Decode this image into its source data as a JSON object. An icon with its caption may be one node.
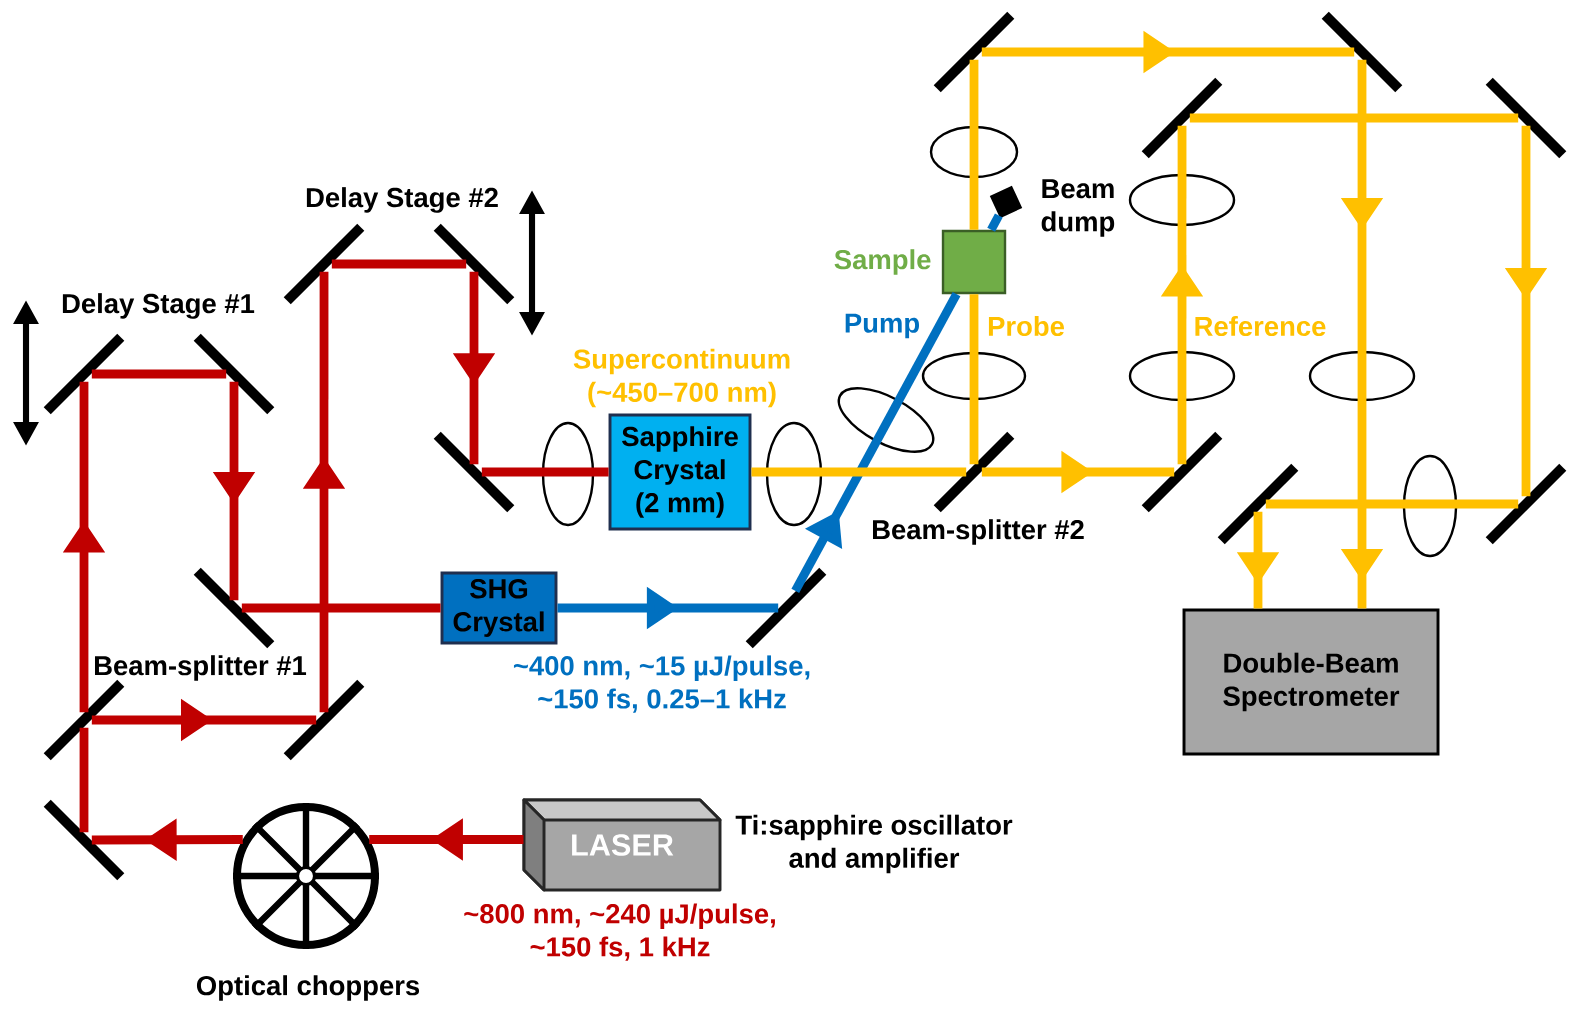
{
  "diagram": {
    "nodes": [
      {
        "text": [],
        "shape": "bar"
      },
      {
        "text": [],
        "shape": "bar"
      },
      {
        "text": [],
        "shape": "bar"
      },
      {
        "text": [],
        "shape": "bar"
      },
      {
        "text": [],
        "shape": "bar"
      },
      {
        "text": [],
        "shape": "bar"
      },
      {
        "text": [],
        "shape": "box",
        "beside": [
          "Beam dump"
        ]
      },
      {
        "text": [],
        "shape": "bar"
      },
      {
        "text": [],
        "shape": "bar"
      },
      {
        "text": [],
        "shape": "box",
        "beside": [
          "Sample"
        ]
      },
      {
        "text": [],
        "shape": "bar"
      },
      {
        "text": [
          "Sapphire Crystal (2 mm)"
        ]
      },
      {
        "text": [],
        "shape": "bar",
        "beside": [
          "Beam-splitter #2"
        ]
      },
      {
        "text": [],
        "shape": "bar"
      },
      {
        "text": [],
        "shape": "bar"
      },
      {
        "text": [],
        "shape": "bar"
      },
      {
        "text": [],
        "shape": "bar"
      },
      {
        "text": [
          "SHG Crystal"
        ]
      },
      {
        "text": [],
        "shape": "bar"
      },
      {
        "text": [
          "Double-Beam Spectrometer"
        ]
      },
      {
        "text": [],
        "shape": "bar",
        "beside": [
          "Beam-splitter #1"
        ]
      },
      {
        "text": [],
        "shape": "bar"
      },
      {
        "text": [],
        "shape": "bar"
      },
      {
        "text": [],
        "shape": "wheel",
        "beside": [
          "Optical choppers"
        ]
      },
      {
        "text": [
          "LASER"
        ],
        "beside": [
          "Ti:sapphire oscillator and amplifier",
          "~800 nm, ~240 µJ/pulse, ~150 fs, 1 kHz"
        ]
      }
    ],
    "edges": [
      {
        "from": 24,
        "to": 23,
        "arrow": "to"
      },
      {
        "from": 23,
        "to": 22,
        "arrow": "to"
      },
      {
        "from": 22,
        "to": 20,
        "arrow": "none"
      },
      {
        "from": 20,
        "to": 21,
        "arrow": "to"
      },
      {
        "from": 20,
        "to": 7,
        "arrow": "to"
      },
      {
        "from": 7,
        "to": 8,
        "arrow": "none"
      },
      {
        "from": 8,
        "to": 16,
        "arrow": "to"
      },
      {
        "from": 16,
        "to": 17,
        "arrow": "none"
      },
      {
        "from": 17,
        "to": 18,
        "arrow": "to",
        "color": "#0070c0"
      },
      {
        "from": 18,
        "to": 9,
        "arrow": "to",
        "color": "#0070c0"
      },
      {
        "from": 9,
        "to": 6,
        "arrow": "none",
        "color": "#0070c0"
      },
      {
        "from": 21,
        "to": 2,
        "arrow": "to"
      },
      {
        "from": 2,
        "to": 3,
        "arrow": "none"
      },
      {
        "from": 3,
        "to": 10,
        "arrow": "to"
      },
      {
        "from": 10,
        "to": 11,
        "arrow": "none"
      },
      {
        "from": 11,
        "to": 12,
        "arrow": "none",
        "color": "#ffc000"
      },
      {
        "from": 12,
        "to": 9,
        "arrow": "none",
        "color": "#ffc000"
      },
      {
        "from": 9,
        "to": 0,
        "arrow": "none",
        "color": "#ffc000"
      },
      {
        "from": 0,
        "to": 1,
        "arrow": "to",
        "color": "#ffc000"
      },
      {
        "from": 1,
        "to": 19,
        "arrow": "to",
        "color": "#ffc000"
      },
      {
        "from": 12,
        "to": 13,
        "arrow": "to",
        "color": "#ffc000"
      },
      {
        "from": 13,
        "to": 4,
        "arrow": "to",
        "color": "#ffc000"
      },
      {
        "from": 4,
        "to": 5,
        "arrow": "none",
        "color": "#ffc000"
      },
      {
        "from": 5,
        "to": 15,
        "arrow": "to",
        "color": "#ffc000"
      },
      {
        "from": 15,
        "to": 14,
        "arrow": "none",
        "color": "#ffc000"
      },
      {
        "from": 14,
        "to": 19,
        "arrow": "to",
        "color": "#ffc000"
      }
    ],
    "labels": [
      "Delay Stage #2",
      "Delay Stage #1",
      "Pump",
      "Probe",
      "Reference",
      "Supercontinuum (~450–700 nm)",
      "~400 nm, ~15 µJ/pulse, ~150 fs, 0.25–1 kHz"
    ]
  }
}
